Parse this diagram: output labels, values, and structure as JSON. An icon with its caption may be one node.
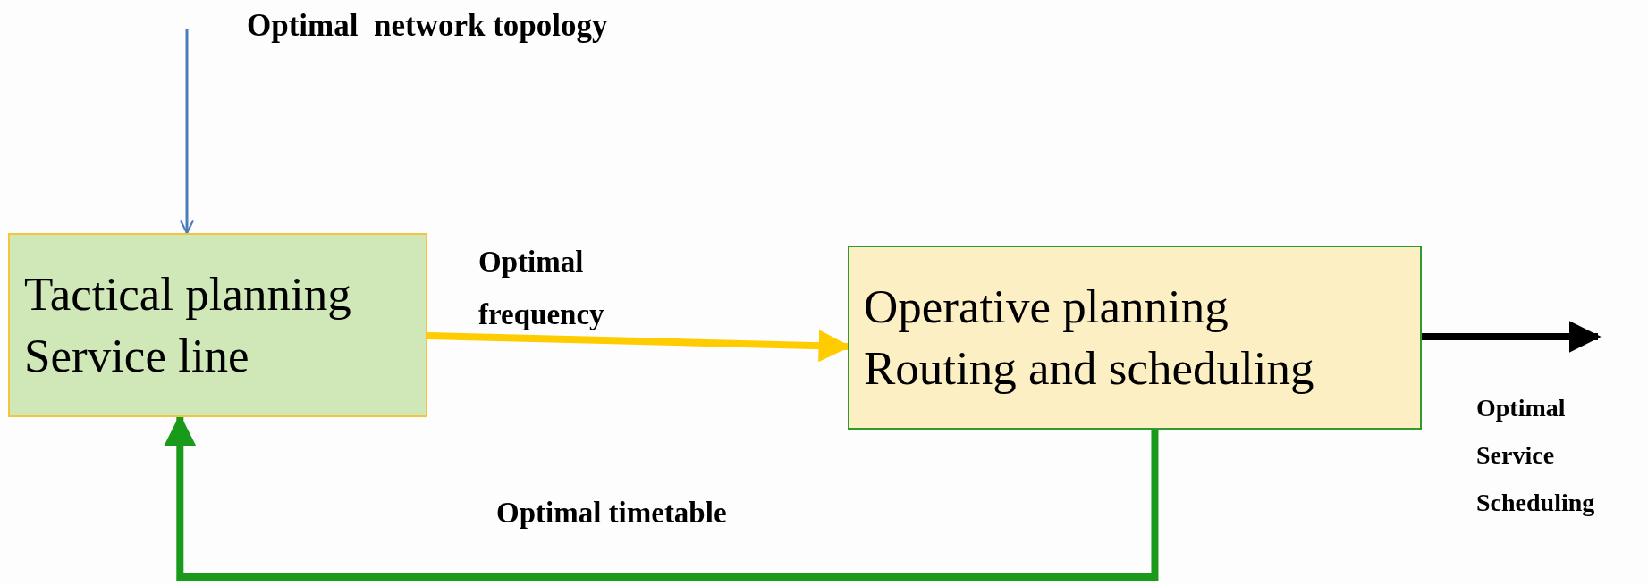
{
  "diagram": {
    "nodes": [
      {
        "text": [
          "Tactical planning",
          "Service line"
        ]
      },
      {
        "text": [
          "Operative planning",
          "Routing  and scheduling"
        ]
      }
    ],
    "edges": [
      {
        "from": null,
        "to": 0,
        "arrow": "to",
        "label": "Optimal  network topology",
        "color": "#4a7ebb"
      },
      {
        "from": 0,
        "to": 1,
        "arrow": "to",
        "label": "Optimal frequency",
        "color": "#ffcc00"
      },
      {
        "from": 1,
        "to": null,
        "arrow": "to",
        "label": "Optimal Service Scheduling",
        "color": "#000000"
      },
      {
        "from": 1,
        "to": 0,
        "arrow": "to",
        "label": "Optimal timetable",
        "color": "#1a9a1a"
      }
    ]
  }
}
